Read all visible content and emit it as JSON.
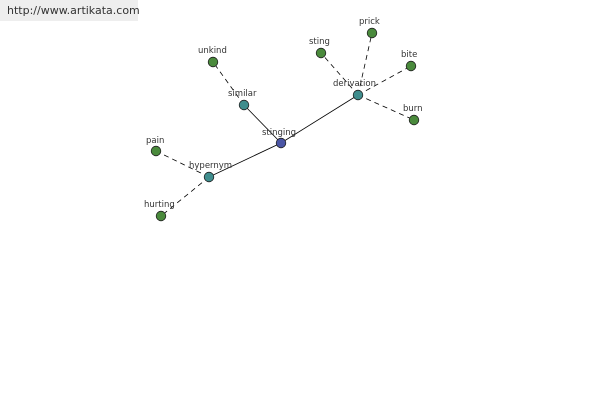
{
  "site": {
    "url": "http://www.artikata.com"
  },
  "colors": {
    "center": "#4a55a5",
    "relation": "#3f8d8d",
    "leaf": "#4a8a3c",
    "stroke": "#222222",
    "edge": "#000000"
  },
  "graph": {
    "center": "stinging",
    "relations": [
      {
        "label": "similar",
        "words": [
          "unkind"
        ]
      },
      {
        "label": "derivation",
        "words": [
          "sting",
          "prick",
          "bite",
          "burn"
        ]
      },
      {
        "label": "hypernym",
        "words": [
          "pain",
          "hurting"
        ]
      }
    ]
  }
}
